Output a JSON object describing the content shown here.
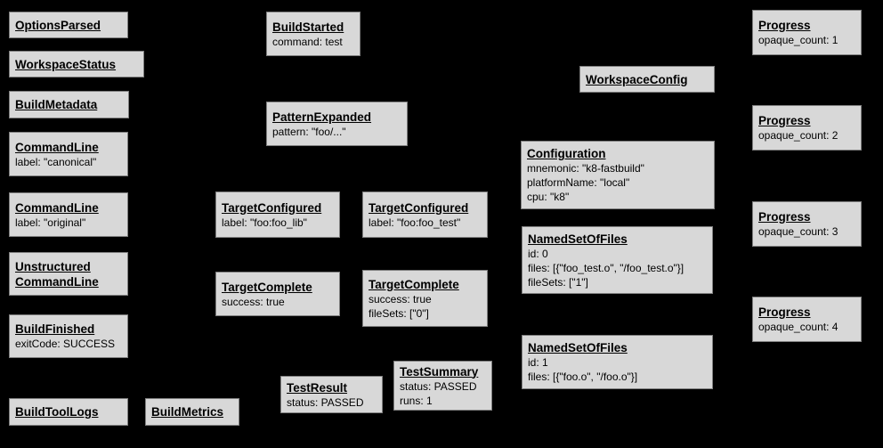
{
  "diagram": {
    "name": "Build Event Protocol event graph",
    "colors": {
      "background": "#000000",
      "node_fill": "#d8d8d8",
      "node_border": "#7f7f7f",
      "text": "#000000"
    },
    "nodes": [
      {
        "title": "OptionsParsed",
        "lines": []
      },
      {
        "title": "WorkspaceStatus",
        "lines": []
      },
      {
        "title": "BuildMetadata",
        "lines": []
      },
      {
        "title": "CommandLine",
        "lines": [
          "label: \"canonical\""
        ]
      },
      {
        "title": "CommandLine",
        "lines": [
          "label: \"original\""
        ]
      },
      {
        "title": "Unstructured\nCommandLine",
        "lines": []
      },
      {
        "title": "BuildFinished",
        "lines": [
          "exitCode: SUCCESS"
        ]
      },
      {
        "title": "BuildToolLogs",
        "lines": []
      },
      {
        "title": "BuildMetrics",
        "lines": []
      },
      {
        "title": "BuildStarted",
        "lines": [
          "command: test"
        ]
      },
      {
        "title": "PatternExpanded",
        "lines": [
          "pattern: \"foo/...\""
        ]
      },
      {
        "title": "TargetConfigured",
        "lines": [
          "label: \"foo:foo_lib\""
        ]
      },
      {
        "title": "TargetConfigured",
        "lines": [
          "label: \"foo:foo_test\""
        ]
      },
      {
        "title": "TargetComplete",
        "lines": [
          "success: true"
        ]
      },
      {
        "title": "TargetComplete",
        "lines": [
          "success: true",
          "fileSets: [\"0\"]"
        ]
      },
      {
        "title": "TestResult",
        "lines": [
          "status: PASSED"
        ]
      },
      {
        "title": "TestSummary",
        "lines": [
          "status: PASSED",
          "runs: 1"
        ]
      },
      {
        "title": "WorkspaceConfig",
        "lines": []
      },
      {
        "title": "Configuration",
        "lines": [
          "mnemonic: \"k8-fastbuild\"",
          "platformName: \"local\"",
          "cpu: \"k8\""
        ]
      },
      {
        "title": "NamedSetOfFiles",
        "lines": [
          "id: 0",
          "files: [{\"foo_test.o\", \"/foo_test.o\"}]",
          "fileSets: [\"1\"]"
        ]
      },
      {
        "title": "NamedSetOfFiles",
        "lines": [
          "id: 1",
          "files: [{\"foo.o\", \"/foo.o\"}]"
        ]
      },
      {
        "title": "Progress",
        "lines": [
          "opaque_count: 1"
        ]
      },
      {
        "title": "Progress",
        "lines": [
          "opaque_count: 2"
        ]
      },
      {
        "title": "Progress",
        "lines": [
          "opaque_count: 3"
        ]
      },
      {
        "title": "Progress",
        "lines": [
          "opaque_count: 4"
        ]
      }
    ]
  }
}
